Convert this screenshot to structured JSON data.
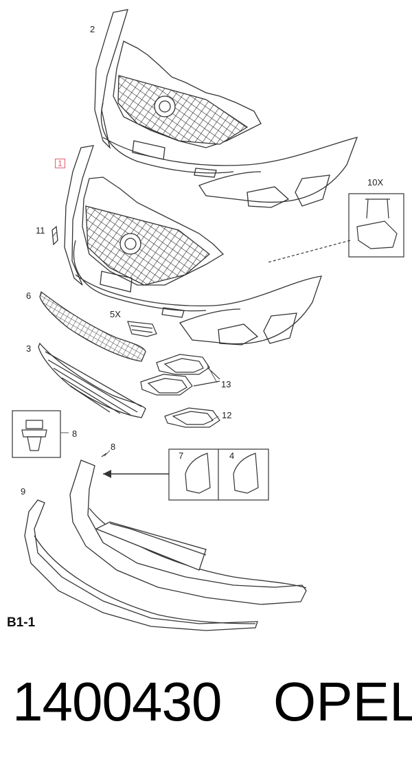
{
  "callouts": {
    "c1": "1",
    "c2": "2",
    "c3": "3",
    "c4": "4",
    "c5": "5X",
    "c6": "6",
    "c7": "7",
    "c8a": "8",
    "c8b": "8",
    "c9": "9",
    "c10": "10X",
    "c11": "11",
    "c12": "12",
    "c13": "13"
  },
  "footer": {
    "section_code": "B1-1",
    "part_number": "1400430",
    "brand": "OPEL"
  },
  "colors": {
    "line": "#333333",
    "callout_highlight": "#e06070"
  }
}
